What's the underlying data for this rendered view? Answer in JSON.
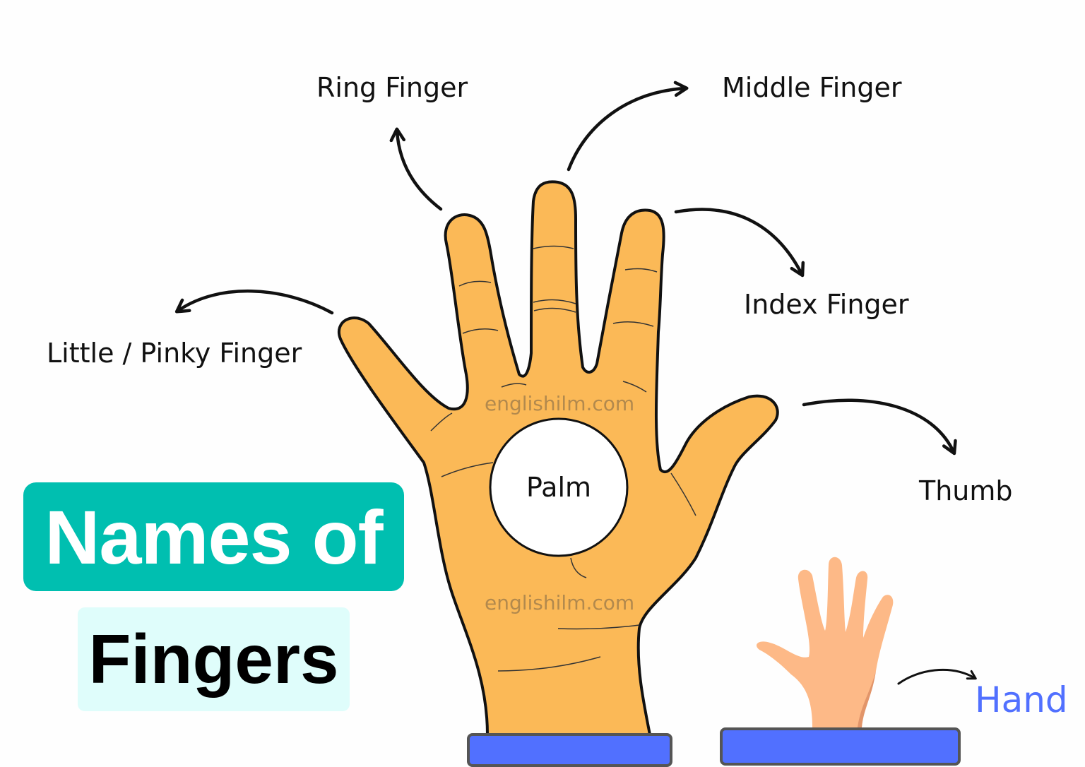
{
  "title": {
    "line1": "Names of",
    "line2": "Fingers"
  },
  "labels": {
    "ring": "Ring Finger",
    "middle": "Middle Finger",
    "index": "Index Finger",
    "little": "Little / Pinky Finger",
    "thumb": "Thumb",
    "palm": "Palm",
    "hand": "Hand"
  },
  "watermarks": [
    "englishilm.com",
    "englishilm.com"
  ],
  "colors": {
    "title_bg": "#00bfb0",
    "subtitle_bg": "#dffdfb",
    "hand_fill": "#fbb957",
    "small_hand_fill": "#fdb987",
    "sleeve": "#5170ff",
    "hand_label": "#5170ff"
  }
}
